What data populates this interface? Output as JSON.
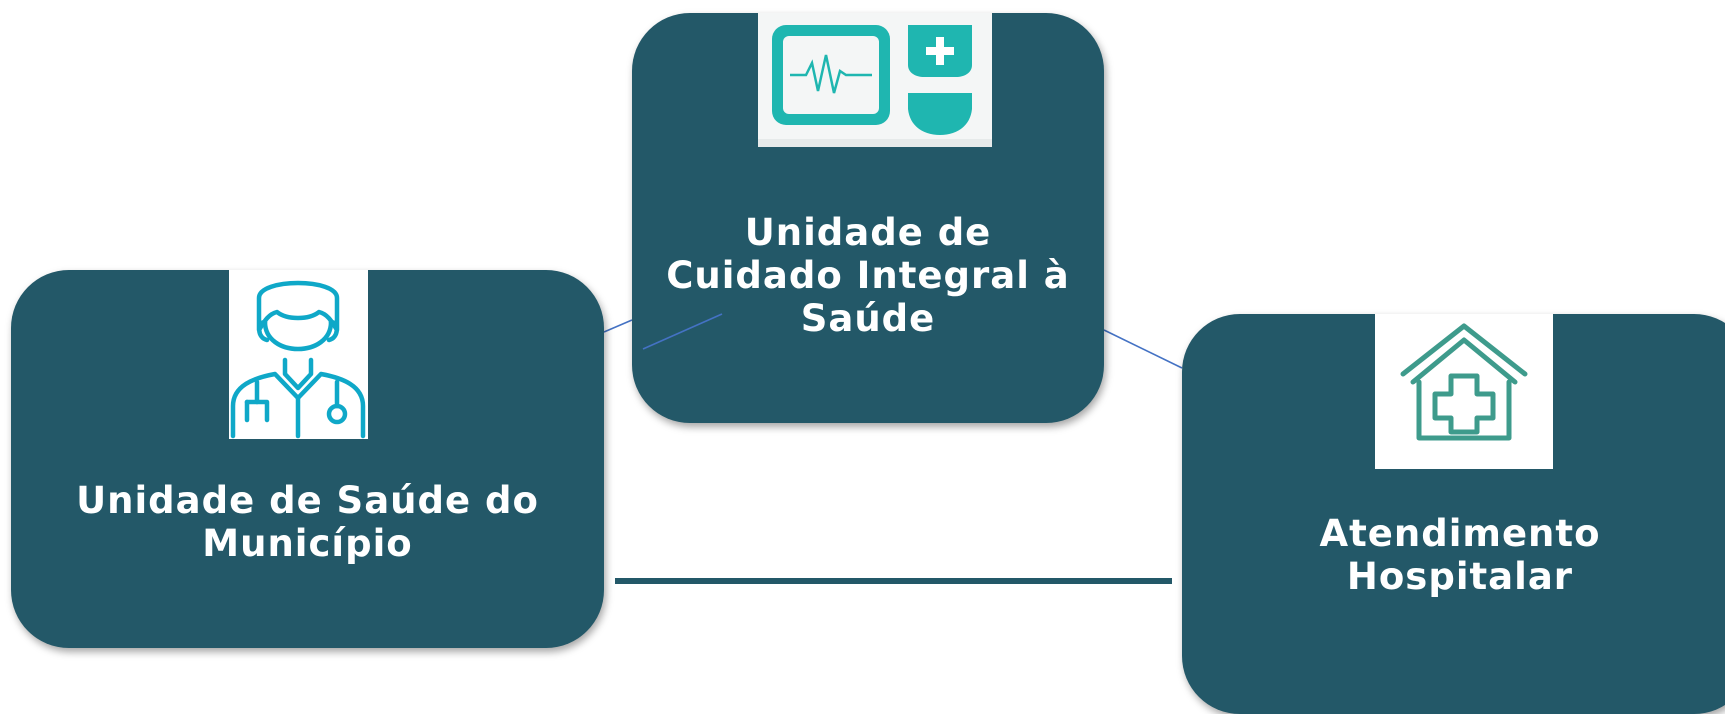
{
  "colors": {
    "box_fill": "#235868",
    "connector": "#4472c4",
    "bottom_bar": "#235868",
    "label_text": "#ffffff",
    "icon_teal": "#1fb6b0",
    "icon_cyan": "#0fa8c8",
    "icon_green": "#3e9b8c"
  },
  "nodes": [
    {
      "id": "municipal-health-unit",
      "label": "Unidade de Saúde do\nMunicípio",
      "icon": "doctor-icon"
    },
    {
      "id": "integral-care-unit",
      "label": "Unidade de\nCuidado Integral à\nSaúde",
      "icon": "heart-monitor-icon"
    },
    {
      "id": "hospital-care",
      "label": "Atendimento\nHospitalar",
      "icon": "hospital-house-icon"
    }
  ]
}
